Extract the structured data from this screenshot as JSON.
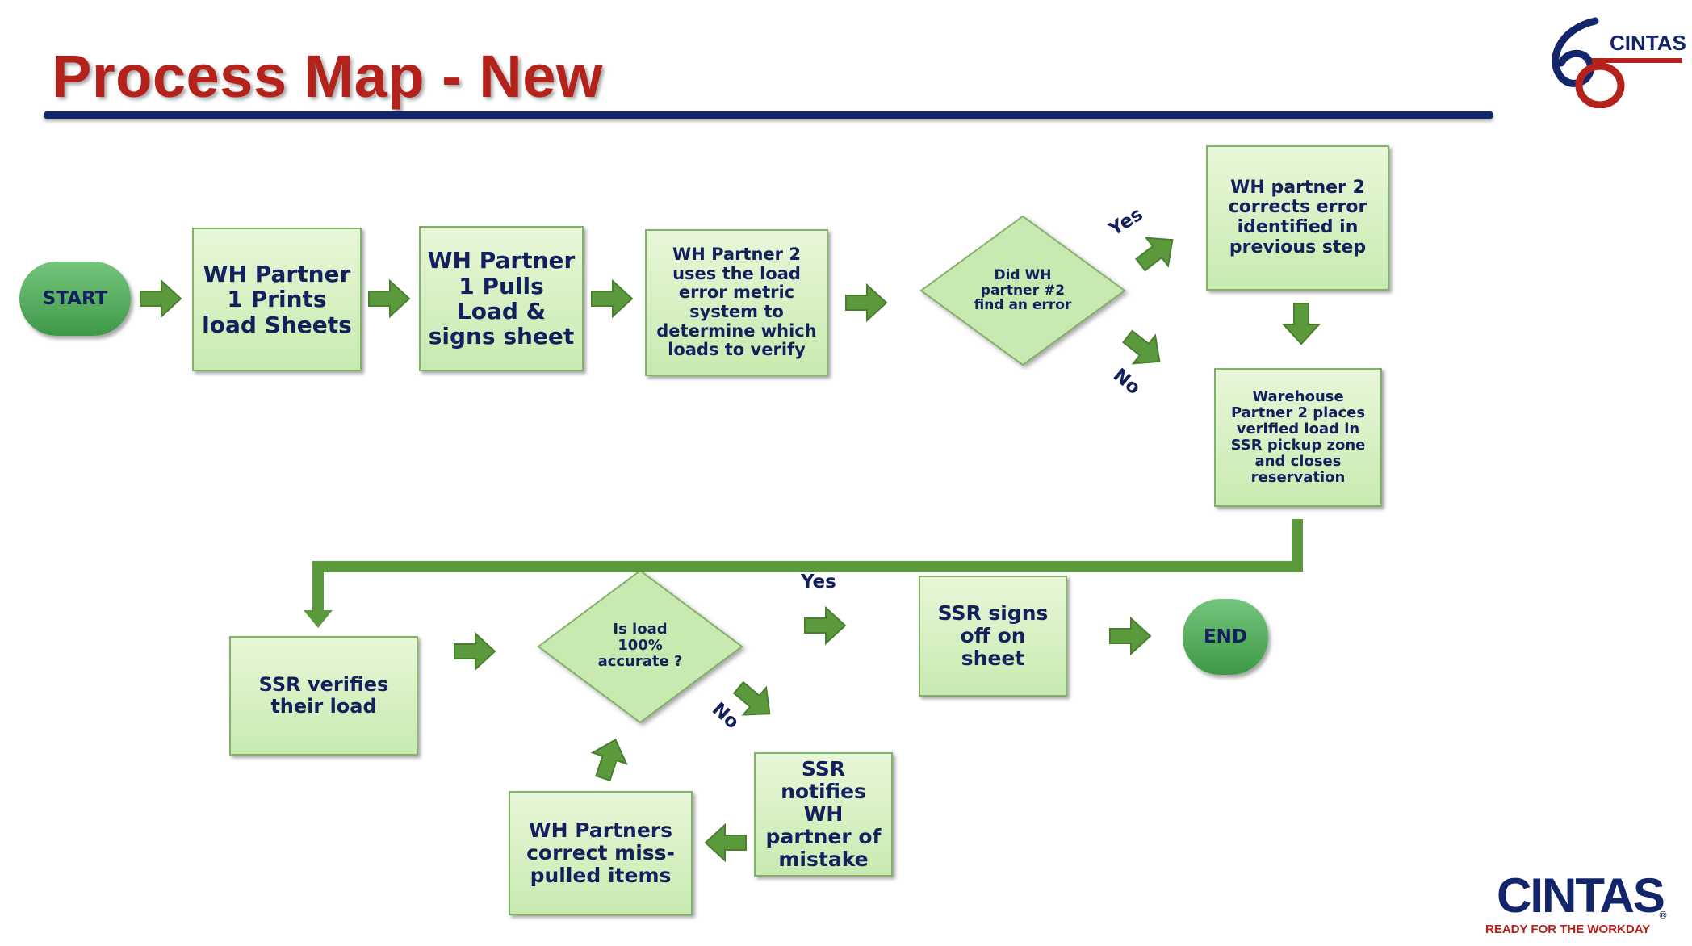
{
  "slide": {
    "title": "Process Map - New"
  },
  "colors": {
    "title_red": "#b5211b",
    "navy": "#14266b",
    "box_fill": "#d4efc0",
    "arrow_green": "#5a9a3c"
  },
  "flow": {
    "start": "START",
    "step1": "WH Partner 1 Prints load Sheets",
    "step2": "WH Partner 1 Pulls Load & signs sheet",
    "step3": "WH Partner 2 uses the load error metric system to determine which loads to verify",
    "decision1": "Did WH partner #2 find an error",
    "decision1_yes": "Yes",
    "decision1_no": "No",
    "correct_error": "WH partner 2 corrects error identified in previous step",
    "place_load": "Warehouse Partner 2 places verified load in SSR pickup zone and closes reservation",
    "ssr_verify": "SSR verifies their load",
    "decision2": "Is load 100% accurate ?",
    "decision2_yes": "Yes",
    "decision2_no": "No",
    "ssr_signs": "SSR signs off on sheet",
    "end": "END",
    "ssr_notifies": "SSR notifies WH partner of mistake",
    "wh_correct": "WH Partners correct miss-pulled items"
  },
  "branding": {
    "logo_word": "CINTAS",
    "tagline": "READY FOR THE WORKDAY",
    "trademark": "®"
  }
}
